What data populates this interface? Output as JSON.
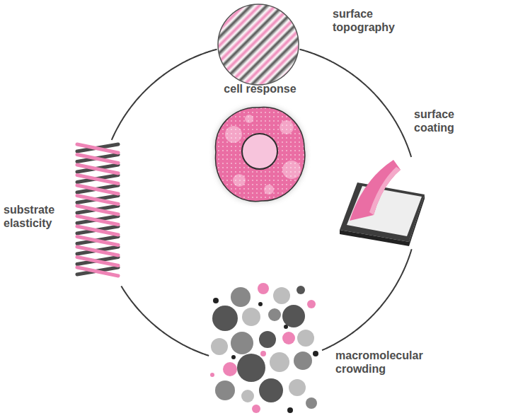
{
  "diagram": {
    "nodes": [
      {
        "text": [
          "surface topography"
        ]
      },
      {
        "text": [
          "substrate elasticity"
        ]
      },
      {
        "text": [
          "cell response"
        ]
      },
      {
        "text": [
          "surface coating"
        ]
      },
      {
        "text": [
          "macromolecular crowding"
        ]
      }
    ],
    "edges": [
      {
        "from": 0,
        "to": 3,
        "arrow": "none"
      },
      {
        "from": 3,
        "to": 4,
        "arrow": "none"
      },
      {
        "from": 4,
        "to": 1,
        "arrow": "none"
      },
      {
        "from": 1,
        "to": 0,
        "arrow": "none"
      }
    ]
  }
}
